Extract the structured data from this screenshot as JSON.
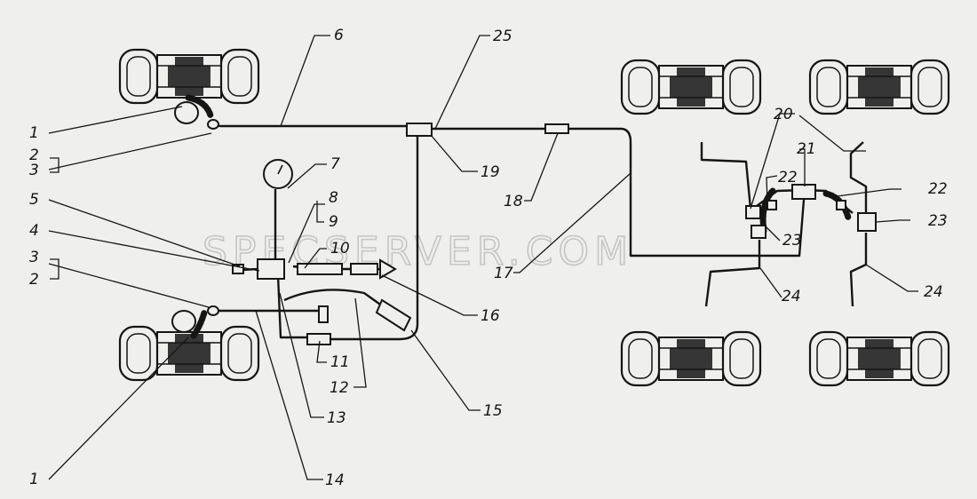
{
  "watermark": "SPECSERVER.COM",
  "callouts": [
    "1",
    "2",
    "3",
    "5",
    "4",
    "3",
    "2",
    "1",
    "6",
    "7",
    "8",
    "9",
    "10",
    "11",
    "12",
    "13",
    "14",
    "15",
    "16",
    "17",
    "18",
    "19",
    "25",
    "20",
    "21",
    "22",
    "22",
    "23",
    "23",
    "24",
    "24"
  ],
  "colors": {
    "background": "#efefed",
    "ink": "#151515",
    "watermark": "#b8b8b8"
  }
}
